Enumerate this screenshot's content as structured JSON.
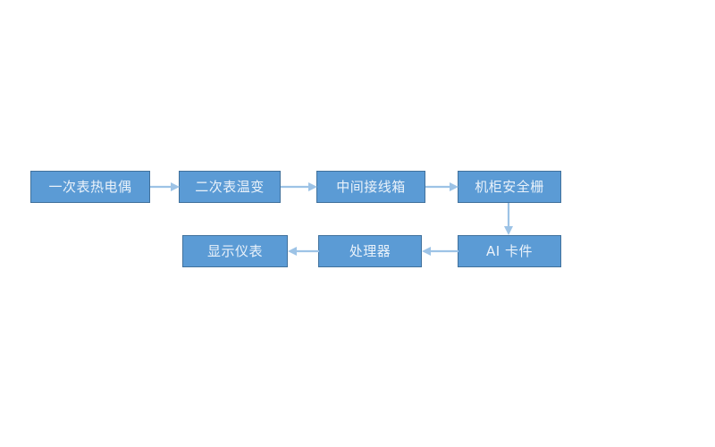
{
  "diagram": {
    "title": "temperature-measurement-signal-chain",
    "background_color": "#FFFFFF",
    "node_fill_color": "#5B9BD5",
    "node_border_color": "#41719C",
    "node_text_color": "#EAF2FA",
    "arrow_color": "#9DC3E6",
    "nodes": [
      {
        "id": "thermocouple",
        "label": "一次表热电偶",
        "row": 1,
        "order": 1
      },
      {
        "id": "transmitter",
        "label": "二次表温变",
        "row": 1,
        "order": 2
      },
      {
        "id": "junction",
        "label": "中间接线箱",
        "row": 1,
        "order": 3
      },
      {
        "id": "barrier",
        "label": "机柜安全栅",
        "row": 1,
        "order": 4
      },
      {
        "id": "aicard",
        "label": "AI 卡件",
        "row": 2,
        "order": 3
      },
      {
        "id": "processor",
        "label": "处理器",
        "row": 2,
        "order": 2
      },
      {
        "id": "display",
        "label": "显示仪表",
        "row": 2,
        "order": 1
      }
    ],
    "edges": [
      {
        "from": "thermocouple",
        "to": "transmitter",
        "direction": "right"
      },
      {
        "from": "transmitter",
        "to": "junction",
        "direction": "right"
      },
      {
        "from": "junction",
        "to": "barrier",
        "direction": "right"
      },
      {
        "from": "barrier",
        "to": "aicard",
        "direction": "down"
      },
      {
        "from": "aicard",
        "to": "processor",
        "direction": "left"
      },
      {
        "from": "processor",
        "to": "display",
        "direction": "left"
      }
    ]
  }
}
